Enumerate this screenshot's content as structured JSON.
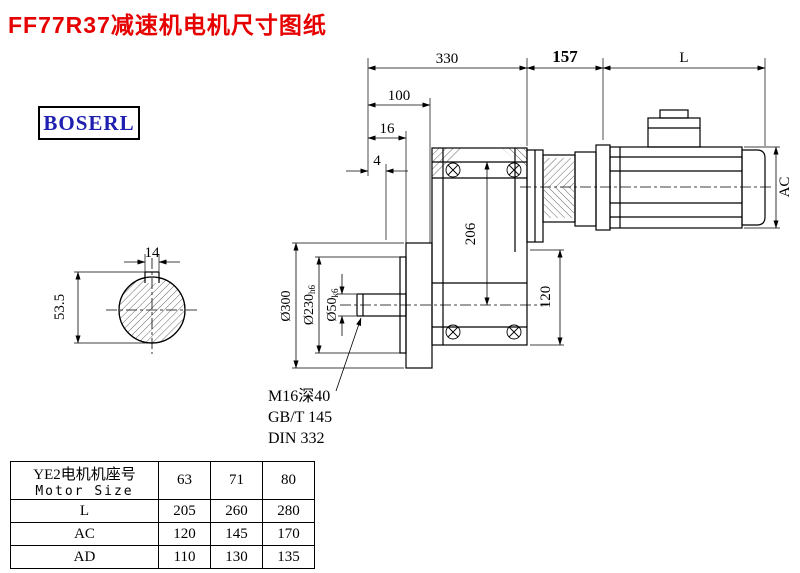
{
  "page": {
    "title": "FF77R37减速机电机尺寸图纸",
    "brand": "BOSERL"
  },
  "drawing": {
    "dims": {
      "len330": "330",
      "len157": "157",
      "lenL": "L",
      "len100": "100",
      "len16": "16",
      "len4": "4",
      "key14": "14",
      "key535": "53.5",
      "h206": "206",
      "h120": "120",
      "ac": "AC",
      "dia300": "Ø300",
      "dia230": {
        "main": "Ø230",
        "tol": "h6"
      },
      "dia50": {
        "main": "Ø50",
        "tol": "k6"
      }
    },
    "notes": {
      "line1": "M16深40",
      "line2": "GB/T 145",
      "line3": "DIN 332"
    }
  },
  "table": {
    "header_cn": "YE2电机机座号",
    "header_en": "Motor Size",
    "sizes": [
      "63",
      "71",
      "80"
    ],
    "rows": [
      {
        "label": "L",
        "values": [
          "205",
          "260",
          "280"
        ]
      },
      {
        "label": "AC",
        "values": [
          "120",
          "145",
          "170"
        ]
      },
      {
        "label": "AD",
        "values": [
          "110",
          "130",
          "135"
        ]
      }
    ]
  }
}
